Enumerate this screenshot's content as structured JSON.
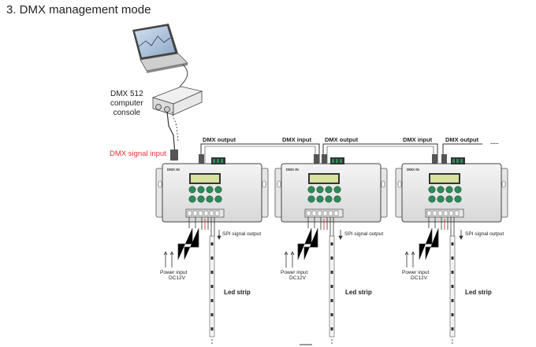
{
  "title": "3. DMX management mode",
  "console": {
    "line1": "DMX 512",
    "line2": "computer",
    "line3": "console"
  },
  "dmx_signal_input": "DMX signal input",
  "labels": {
    "dmx_output": "DMX output",
    "dmx_input": "DMX  input",
    "ellipsis": ".....",
    "spi_signal_output": "SPI signal output",
    "power_input": "Power  input",
    "dc12v": "DC12V",
    "led_strip": "Led strip"
  },
  "colors": {
    "accent_red": "#e03030",
    "button_green": "#2e8b57",
    "lcd": "#d8e0a0"
  }
}
